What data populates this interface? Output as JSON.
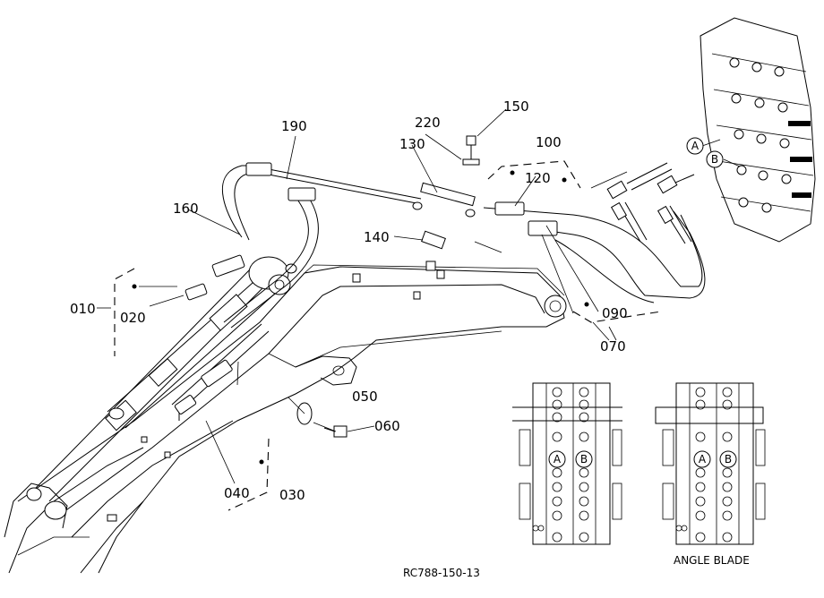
{
  "reference": "RC788-150-13",
  "caption_angle_blade": "ANGLE BLADE",
  "callouts": {
    "p010": "010",
    "p020": "020",
    "p030": "030",
    "p040": "040",
    "p050": "050",
    "p060": "060",
    "p070": "070",
    "p090": "090",
    "p100": "100",
    "p120": "120",
    "p130": "130",
    "p140": "140",
    "p150": "150",
    "p160": "160",
    "p190": "190",
    "p220": "220"
  },
  "port_markers": {
    "a": "A",
    "b": "B"
  }
}
